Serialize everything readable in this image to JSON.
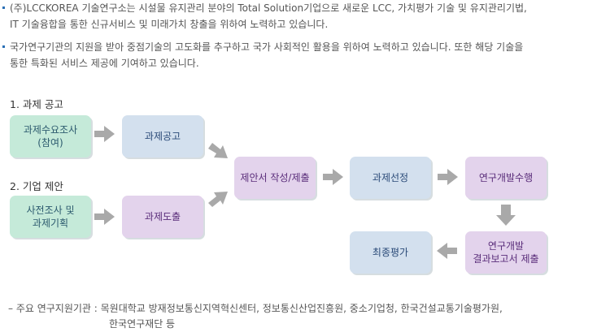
{
  "intro": {
    "p1_line1": "(주)LCCKOREA 기술연구소는 시설물 유지관리 분야의 Total Solution기업으로 새로운 LCC, 가치평가 기술 및 유지관리기법,",
    "p1_line2": "IT 기술융합을 통한 신규서비스 및 미래가치 창출을 위하여 노력하고 있습니다.",
    "p2_line1": "국가연구기관의 지원을 받아 중점기술의 고도화를 추구하고 국가 사회적인 활용을 위하여 노력하고 있습니다. 또한 해당 기술을",
    "p2_line2": "통한 특화된 서비스 제공에 기여하고 있습니다."
  },
  "diagram": {
    "section1_label": "1. 과제 공고",
    "section2_label": "2. 기업 제안",
    "nodes": {
      "demand_survey": "과제수요조사\n(참여)",
      "task_notice": "과제공고",
      "pre_survey": "사전조사 및\n과제기획",
      "task_derivation": "과제도출",
      "proposal": "제안서 작성/제출",
      "task_selection": "과제선정",
      "research_dev": "연구개발수행",
      "report": "연구개발\n결과보고서 제출",
      "final_eval": "최종평가"
    },
    "colors": {
      "green": "#c5ead9",
      "blue": "#d3e0ee",
      "purple": "#e3d3ec",
      "arrow": "#a9a9a9"
    }
  },
  "footer": {
    "line1": "– 주요 연구지원기관 : 목원대학교 방재정보통신지역혁신센터, 정보통신산업진흥원, 중소기업청, 한국건설교통기술평가원,",
    "line2": "한국연구재단 등"
  }
}
